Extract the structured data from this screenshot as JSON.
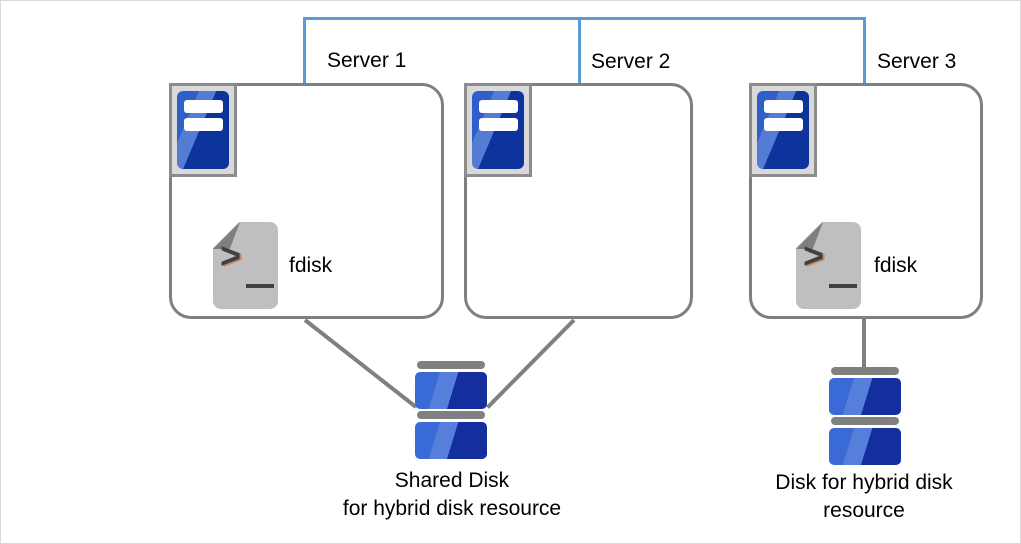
{
  "servers": [
    {
      "label": "Server 1",
      "fdisk_label": "fdisk"
    },
    {
      "label": "Server 2"
    },
    {
      "label": "Server 3",
      "fdisk_label": "fdisk"
    }
  ],
  "fdisk_icon": {
    "glyph": ">",
    "underscore": "_"
  },
  "disks": [
    {
      "caption": [
        "Shared Disk",
        "for hybrid disk resource"
      ]
    },
    {
      "caption": [
        "Disk for hybrid disk",
        "resource"
      ]
    }
  ],
  "colors": {
    "background": "#FFFFFF",
    "canvas_border": "#D9D9D9",
    "network_line": "#5B9BD5",
    "box_border": "#7F7F7F",
    "connector": "#808080",
    "icon_frame_fill": "#D9D9D9",
    "icon_frame_border": "#8C8C8C",
    "server_icon_blue_light": "#2F5FC9",
    "server_icon_blue_dark": "#0D339C",
    "server_icon_slots": "#FFFFFF",
    "disk_blue_light": "#3A6AD6",
    "disk_blue_dark": "#142F9D",
    "disk_cap": "#808080",
    "document_fill": "#BFBFBF",
    "document_fold": "#7F7F7F",
    "glyph_color": "#404040",
    "glyph_accent": "#C55A11",
    "text": "#000000"
  }
}
